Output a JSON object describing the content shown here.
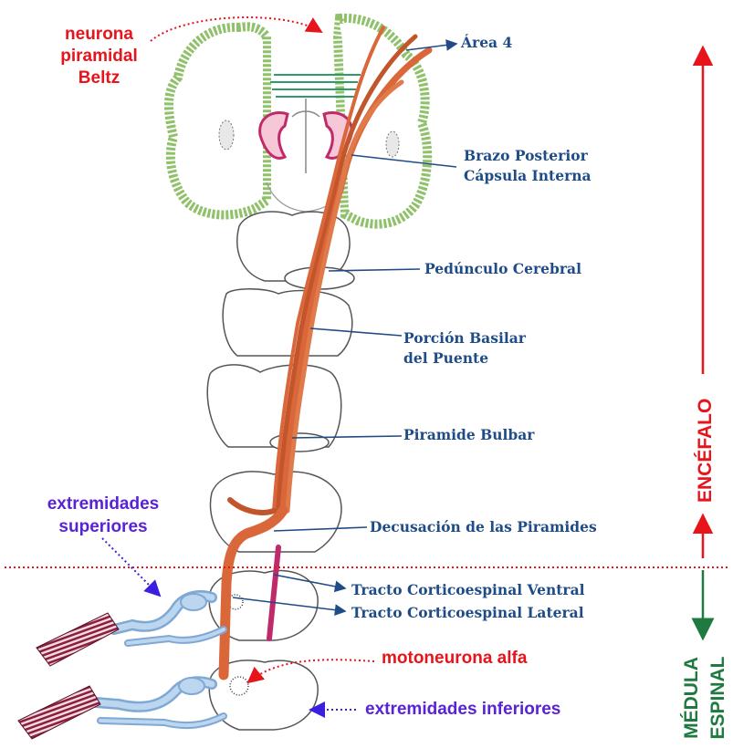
{
  "labels": {
    "neurona_piramidal": [
      "neurona",
      "piramidal",
      "Beltz"
    ],
    "area4": "Área 4",
    "brazo_posterior": [
      "Brazo Posterior",
      "Cápsula Interna"
    ],
    "pedunculo": "Pedúnculo Cerebral",
    "porcion_basilar": [
      "Porción Basilar",
      "del Puente"
    ],
    "piramide_bulbar": "Piramide Bulbar",
    "decusacion": "Decusación de las Piramides",
    "tracto_ventral": "Tracto Corticoespinal Ventral",
    "tracto_lateral": "Tracto Corticoespinal Lateral",
    "motoneurona": "motoneurona alfa",
    "ext_superiores": [
      "extremidades",
      "superiores"
    ],
    "ext_inferiores": "extremidades inferiores",
    "encefalo": "ENCÉFALO",
    "medula": "MÉDULA",
    "espinal": "ESPINAL"
  },
  "colors": {
    "red_label": "#e8141b",
    "purple_label": "#5a22d6",
    "blue_label": "#1f4c86",
    "green_label": "#1e7a3e",
    "cortex_green": "#9fd27a",
    "tract_orange": "#d9673a",
    "nerve_blue": "#8fb8e0",
    "muscle": "#8a1f3c"
  }
}
